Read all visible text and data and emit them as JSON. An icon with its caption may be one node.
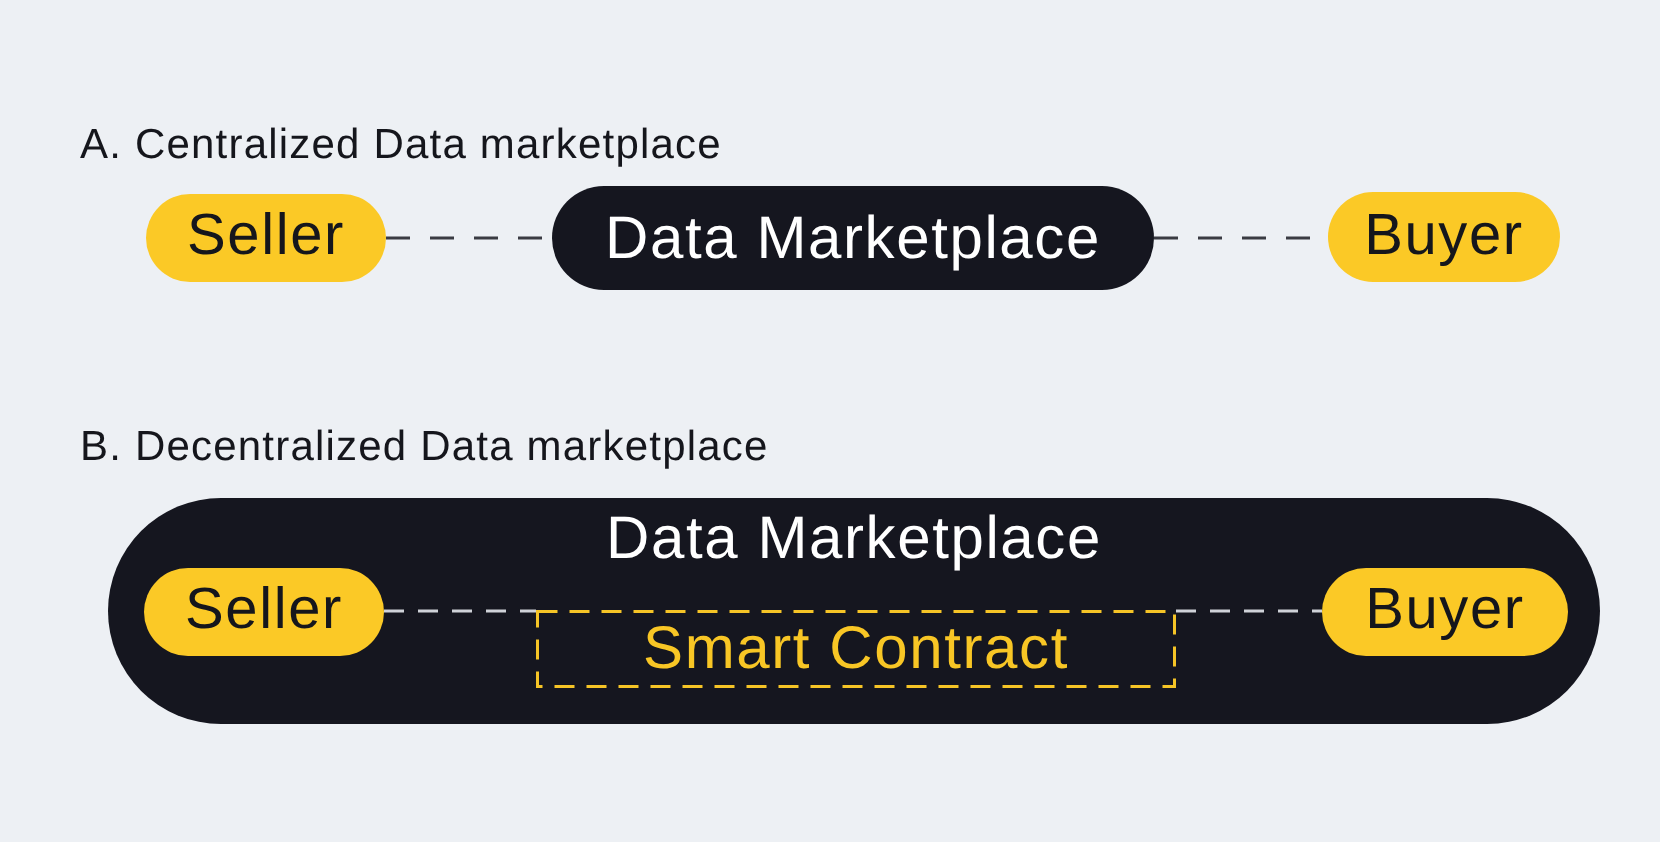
{
  "diagram": {
    "nodes": [
      {
        "text": [
          "Seller"
        ]
      },
      {
        "text": [
          "Data Marketplace"
        ]
      },
      {
        "text": [
          "Buyer"
        ]
      },
      {
        "text": [
          "Data Marketplace"
        ]
      },
      {
        "text": [
          "Seller"
        ],
        "in": 3
      },
      {
        "text": [
          "Smart Contract"
        ],
        "in": 3
      },
      {
        "text": [
          "Buyer"
        ],
        "in": 3
      }
    ],
    "edges": [
      {
        "from": 0,
        "to": 1,
        "arrow": "none",
        "style": "dashed"
      },
      {
        "from": 1,
        "to": 2,
        "arrow": "none",
        "style": "dashed"
      },
      {
        "from": 4,
        "to": 5,
        "arrow": "none",
        "style": "dashed",
        "color": "#cfd2d8"
      },
      {
        "from": 5,
        "to": 6,
        "arrow": "none",
        "style": "dashed",
        "color": "#cfd2d8"
      }
    ],
    "labels": [
      "A. Centralized Data marketplace",
      "B. Decentralized Data marketplace"
    ]
  }
}
